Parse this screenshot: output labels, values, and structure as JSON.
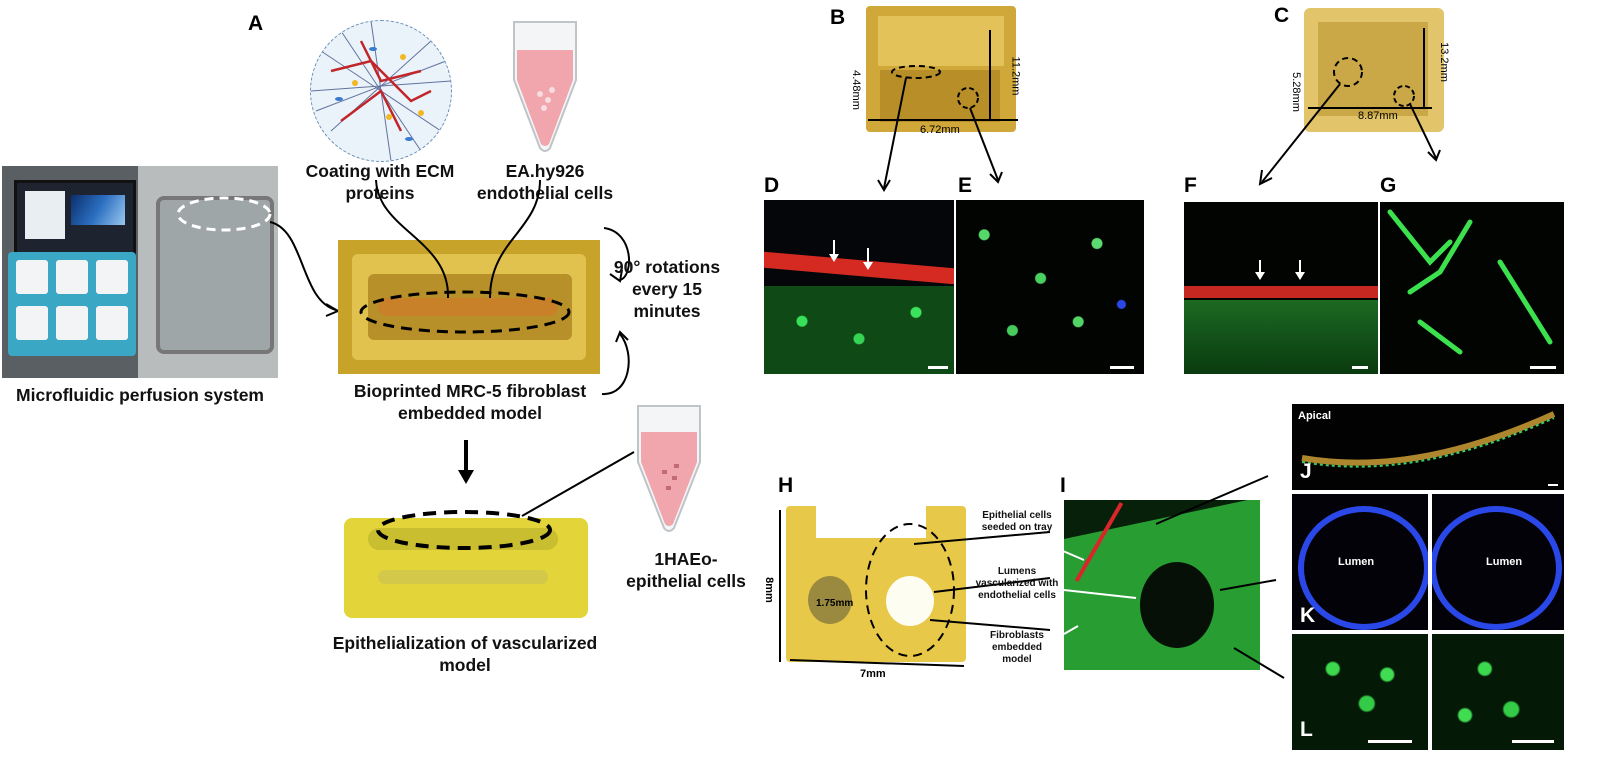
{
  "panels": {
    "a": "A",
    "b": "B",
    "c": "C",
    "d": "D",
    "e": "E",
    "f": "F",
    "g": "G",
    "h": "H",
    "i": "I",
    "j": "J",
    "k": "K",
    "l": "L"
  },
  "captions": {
    "coating": "Coating with ECM proteins",
    "endothelial": "EA.hy926 endothelial cells",
    "rotation": "90° rotations every 15 minutes",
    "perfusion": "Microfluidic perfusion system",
    "bioprinted": "Bioprinted MRC-5 fibroblast embedded model",
    "epithelialization": "Epithelialization of vascularized model",
    "epithelial_cells": "1HAEo- epithelial cells"
  },
  "dimensions": {
    "b_height": "4.48mm",
    "b_depth": "11.2mm",
    "b_width": "6.72mm",
    "c_height": "5.28mm",
    "c_depth": "13.2mm",
    "c_width": "8.87mm",
    "h_height": "8mm",
    "h_width": "7mm",
    "h_lumen": "1.75mm"
  },
  "annotations_i": {
    "epithelial_tray": "Epithelial cells seeded on tray",
    "lumens": "Lumens vascularized with endothelial cells",
    "fibroblasts": "Fibroblasts embedded model"
  },
  "micro_labels": {
    "apical": "Apical",
    "lumen_left": "Lumen",
    "lumen_right": "Lumen"
  },
  "colors": {
    "gel_yellow": "#d8b43a",
    "fluor_green": "#2fd84a",
    "fluor_red": "#d8262a",
    "fluor_blue": "#2a48e8",
    "device_teal": "#3aa7c4"
  },
  "icons": [
    "ecm-network-icon",
    "tube-endothelial-icon",
    "tube-epithelial-icon",
    "rotation-arrow-icon"
  ]
}
